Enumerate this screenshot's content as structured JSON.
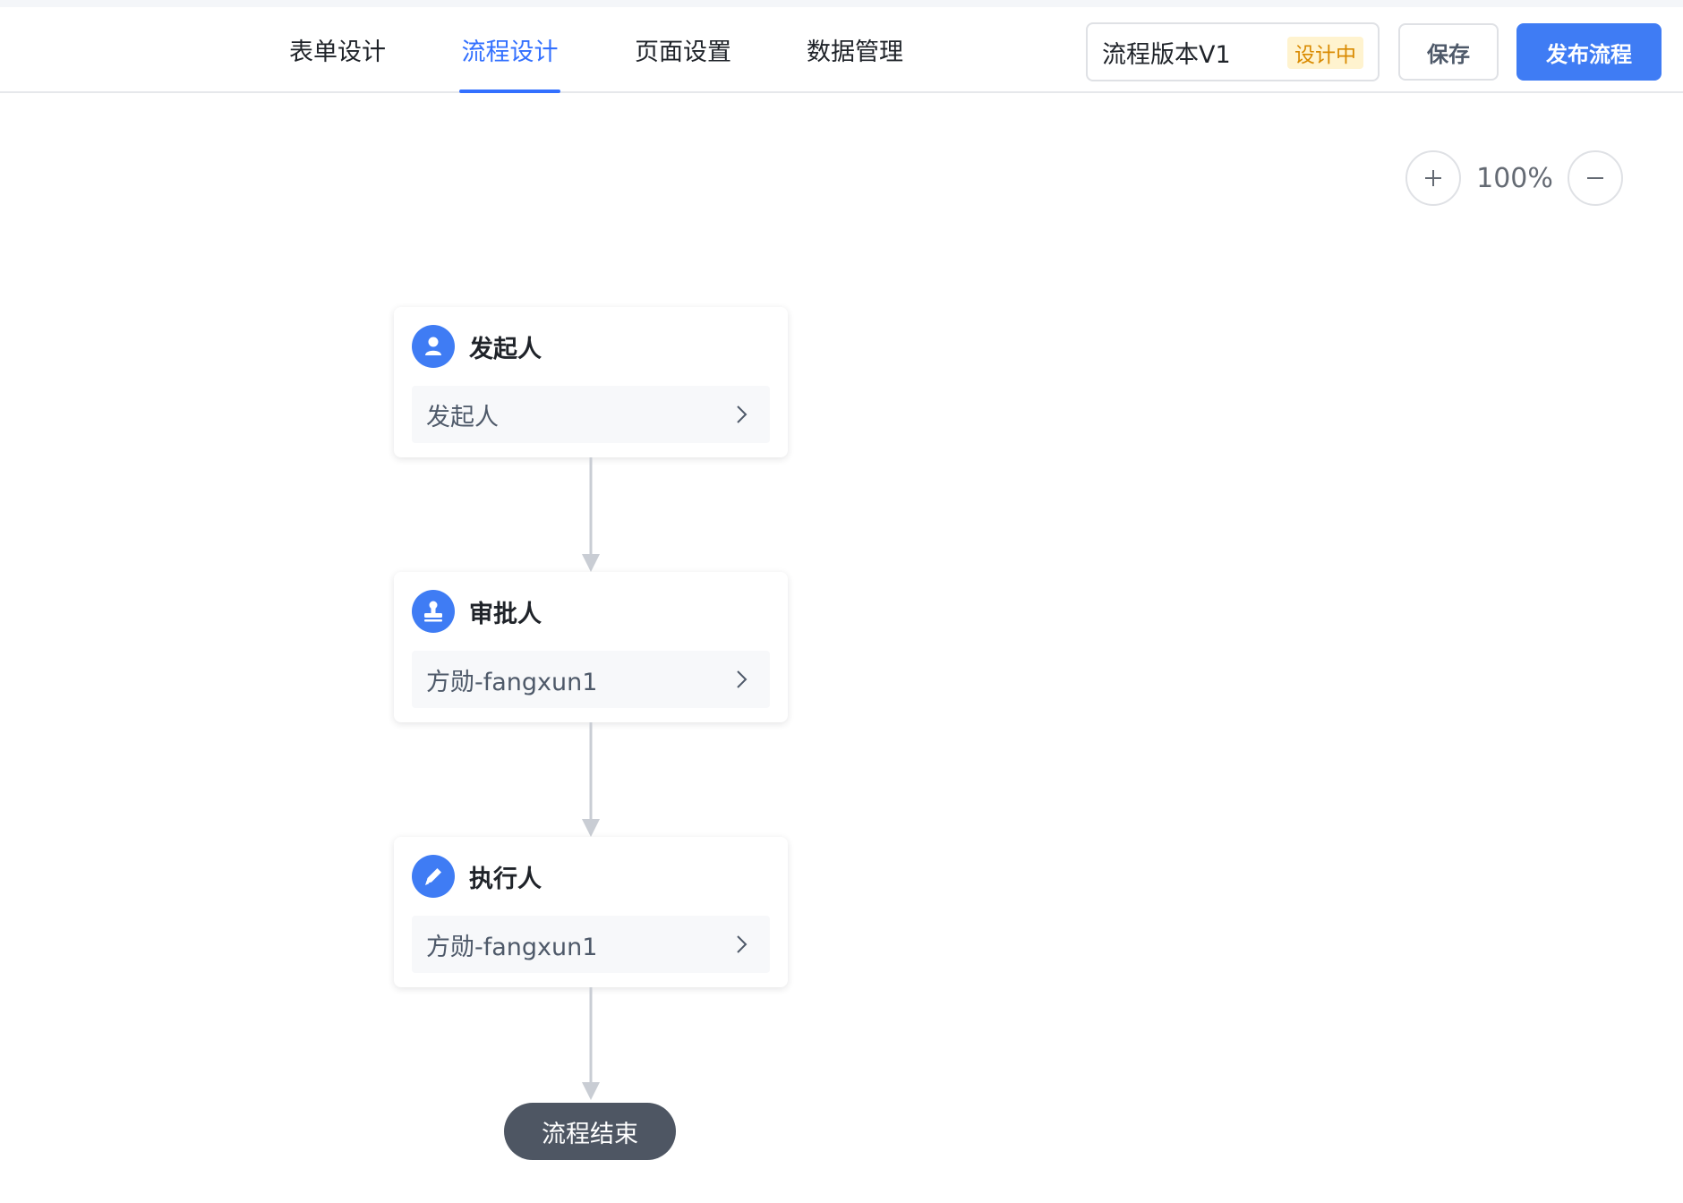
{
  "header": {
    "tabs": [
      {
        "label": "表单设计",
        "active": false
      },
      {
        "label": "流程设计",
        "active": true
      },
      {
        "label": "页面设置",
        "active": false
      },
      {
        "label": "数据管理",
        "active": false
      }
    ],
    "version": {
      "name": "流程版本V1",
      "status": "设计中"
    },
    "save_label": "保存",
    "publish_label": "发布流程"
  },
  "zoom": {
    "level": "100%",
    "zoom_in_icon": "plus-icon",
    "zoom_out_icon": "minus-icon"
  },
  "flow": {
    "nodes": [
      {
        "title": "发起人",
        "value": "发起人",
        "icon": "user-icon"
      },
      {
        "title": "审批人",
        "value": "方勋-fangxun1",
        "icon": "stamp-icon"
      },
      {
        "title": "执行人",
        "value": "方勋-fangxun1",
        "icon": "pencil-icon"
      }
    ],
    "end_label": "流程结束"
  },
  "colors": {
    "accent": "#3370ff",
    "primary_button": "#3f7cf4",
    "badge_bg": "#fff3cf",
    "badge_text": "#d98a00",
    "end_node": "#4e5663",
    "connector": "#c9cdd4"
  }
}
